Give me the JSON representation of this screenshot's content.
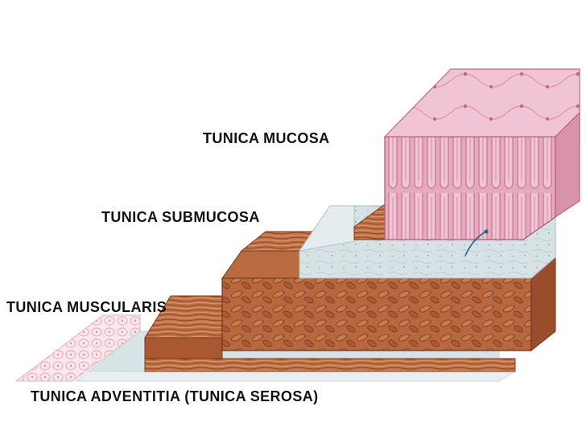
{
  "labels": {
    "mucosa": "TUNICA MUCOSA",
    "submucosa": "TUNICA SUBMUCOSA",
    "muscularis": "TUNICA MUSCULARIS",
    "adventitia": "TUNICA ADVENTITIA (TUNICA SEROSA)"
  },
  "colors": {
    "background": "#ffffff",
    "mucosa_pink": "#eab0c6",
    "mucosa_top": "#f2c8d6",
    "submucosa_blue": "#cfdde0",
    "muscle_brown": "#b8673f",
    "muscle_dark": "#7a3a1e",
    "serosa_pale": "#f4d9df"
  }
}
